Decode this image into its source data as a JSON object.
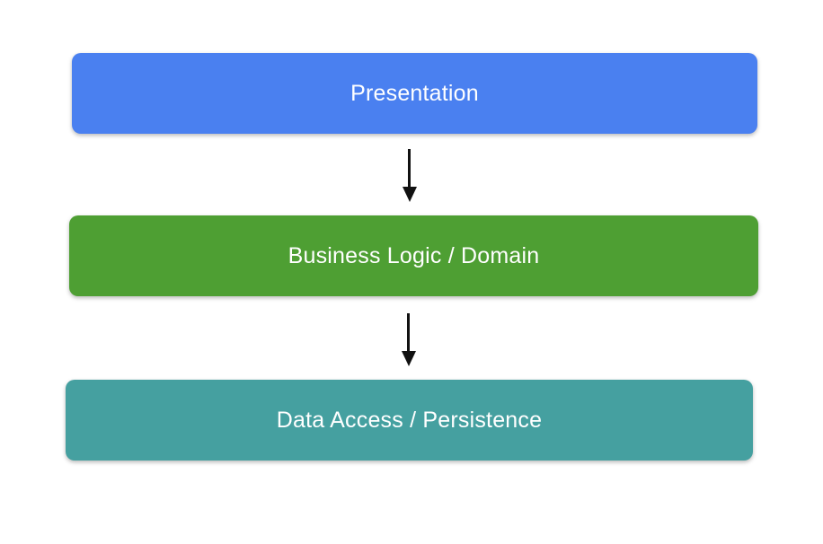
{
  "canvas": {
    "background": "#ffffff"
  },
  "diagram": {
    "text_color": "#ffffff",
    "arrow_color": "#111111",
    "layers": [
      {
        "label": "Presentation",
        "color": "#4a80f0"
      },
      {
        "label": "Business Logic / Domain",
        "color": "#4e9f33"
      },
      {
        "label": "Data Access / Persistence",
        "color": "#45a0a0"
      }
    ],
    "connectors": [
      {
        "from": "Presentation",
        "to": "Business Logic / Domain",
        "direction": "down"
      },
      {
        "from": "Business Logic / Domain",
        "to": "Data Access / Persistence",
        "direction": "down"
      }
    ]
  }
}
